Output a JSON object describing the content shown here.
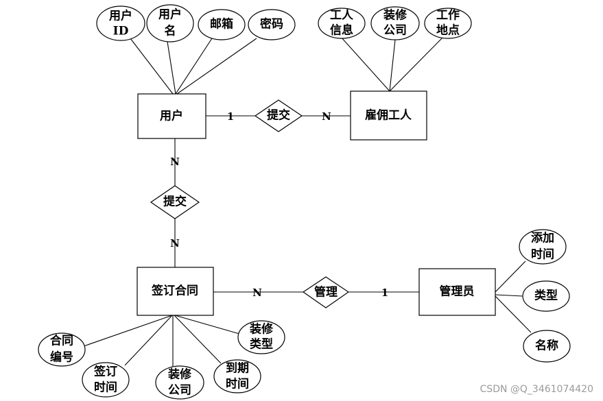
{
  "entities": {
    "user": "用户",
    "worker": "雇佣工人",
    "contract": "签订合同",
    "admin": "管理员"
  },
  "relationships": {
    "submit_worker": "提交",
    "submit_contract": "提交",
    "manage": "管理"
  },
  "attributes": {
    "user_id": [
      "用户",
      "ID"
    ],
    "user_name": [
      "用户",
      "名"
    ],
    "email": [
      "邮箱"
    ],
    "password": [
      "密码"
    ],
    "worker_info": [
      "工人",
      "信息"
    ],
    "deco_company_top": [
      "装修",
      "公司"
    ],
    "work_place": [
      "工作",
      "地点"
    ],
    "add_time": [
      "添加",
      "时间"
    ],
    "type": [
      "类型"
    ],
    "name": [
      "名称"
    ],
    "contract_no": [
      "合同",
      "编号"
    ],
    "sign_time": [
      "签订",
      "时间"
    ],
    "deco_company_bottom": [
      "装修",
      "公司"
    ],
    "expire_time": [
      "到期",
      "时间"
    ],
    "deco_type": [
      "装修",
      "类型"
    ]
  },
  "cardinalities": {
    "user_submit": "1",
    "worker_submit": "N",
    "user_contract_top": "N",
    "user_contract_bottom": "N",
    "contract_manage": "N",
    "admin_manage": "1"
  },
  "watermark": "CSDN @Q_3461074420"
}
